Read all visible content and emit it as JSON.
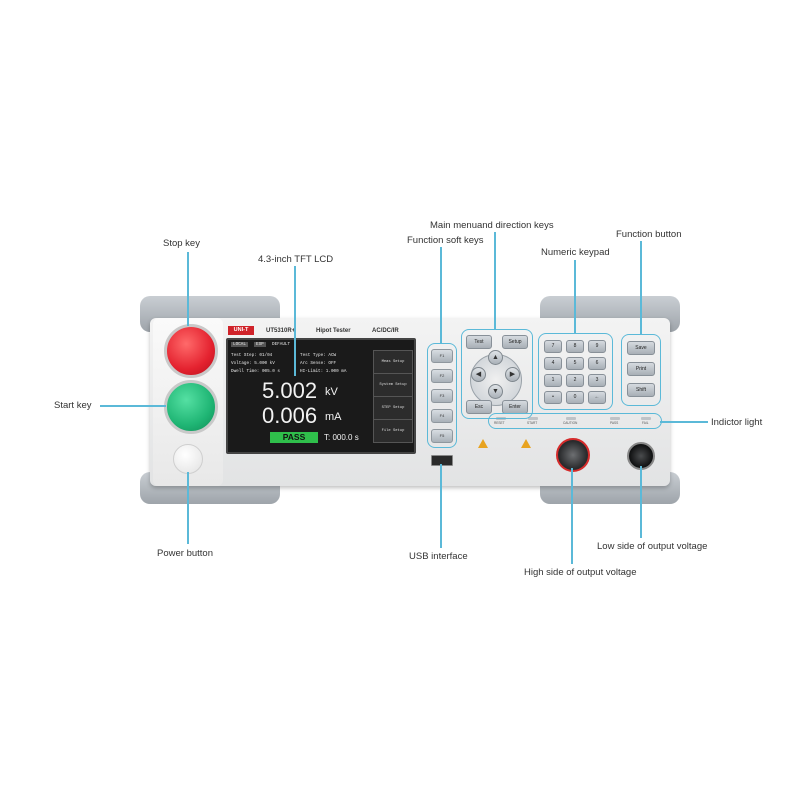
{
  "callouts": {
    "stop_key": "Stop key",
    "start_key": "Start key",
    "power_button": "Power button",
    "lcd": "4.3-inch TFT LCD",
    "soft_keys": "Function soft keys",
    "main_menu_keys": "Main menuand direction keys",
    "numeric_keypad": "Numeric keypad",
    "function_button": "Function button",
    "indicator_light": "Indictor light",
    "usb": "USB interface",
    "high_side": "High side of output voltage",
    "low_side": "Low side of output voltage"
  },
  "device": {
    "brand": "UNI-T",
    "model": "UT5310R+",
    "subtitle": "Hipot Tester",
    "modes": "AC/DC/IR"
  },
  "lcd": {
    "tab1": "LOCAL",
    "tab2": "ESP",
    "tab3": "DEFAULT",
    "test_step": "Test Step: 01/04",
    "test_type": "Test Type: ACW",
    "voltage": "Voltage:   5.000 kV",
    "arc_sense": "Arc Sense: OFF",
    "dwell_time": "Dwell Time: 005.0 s",
    "hi_limit": "HI-Limit:  1.000 mA",
    "kv_value": "5.002",
    "kv_unit": "kV",
    "ma_value": "0.006",
    "ma_unit": "mA",
    "status": "PASS",
    "timer": "T: 000.0 s",
    "menu": [
      "Meas Setup",
      "System Setup",
      "STEP Setup",
      "File Setup"
    ]
  },
  "keys": {
    "test": "Test",
    "setup": "Setup",
    "esc": "Esc",
    "enter": "Enter",
    "digits": [
      "7",
      "8",
      "9",
      "4",
      "5",
      "6",
      "1",
      "2",
      "3",
      "•",
      "0",
      "←"
    ],
    "func": [
      "Save",
      "Print",
      "Shift"
    ]
  },
  "indicators": [
    "RESET",
    "START",
    "CAUTION",
    "PASS",
    "FAIL"
  ]
}
